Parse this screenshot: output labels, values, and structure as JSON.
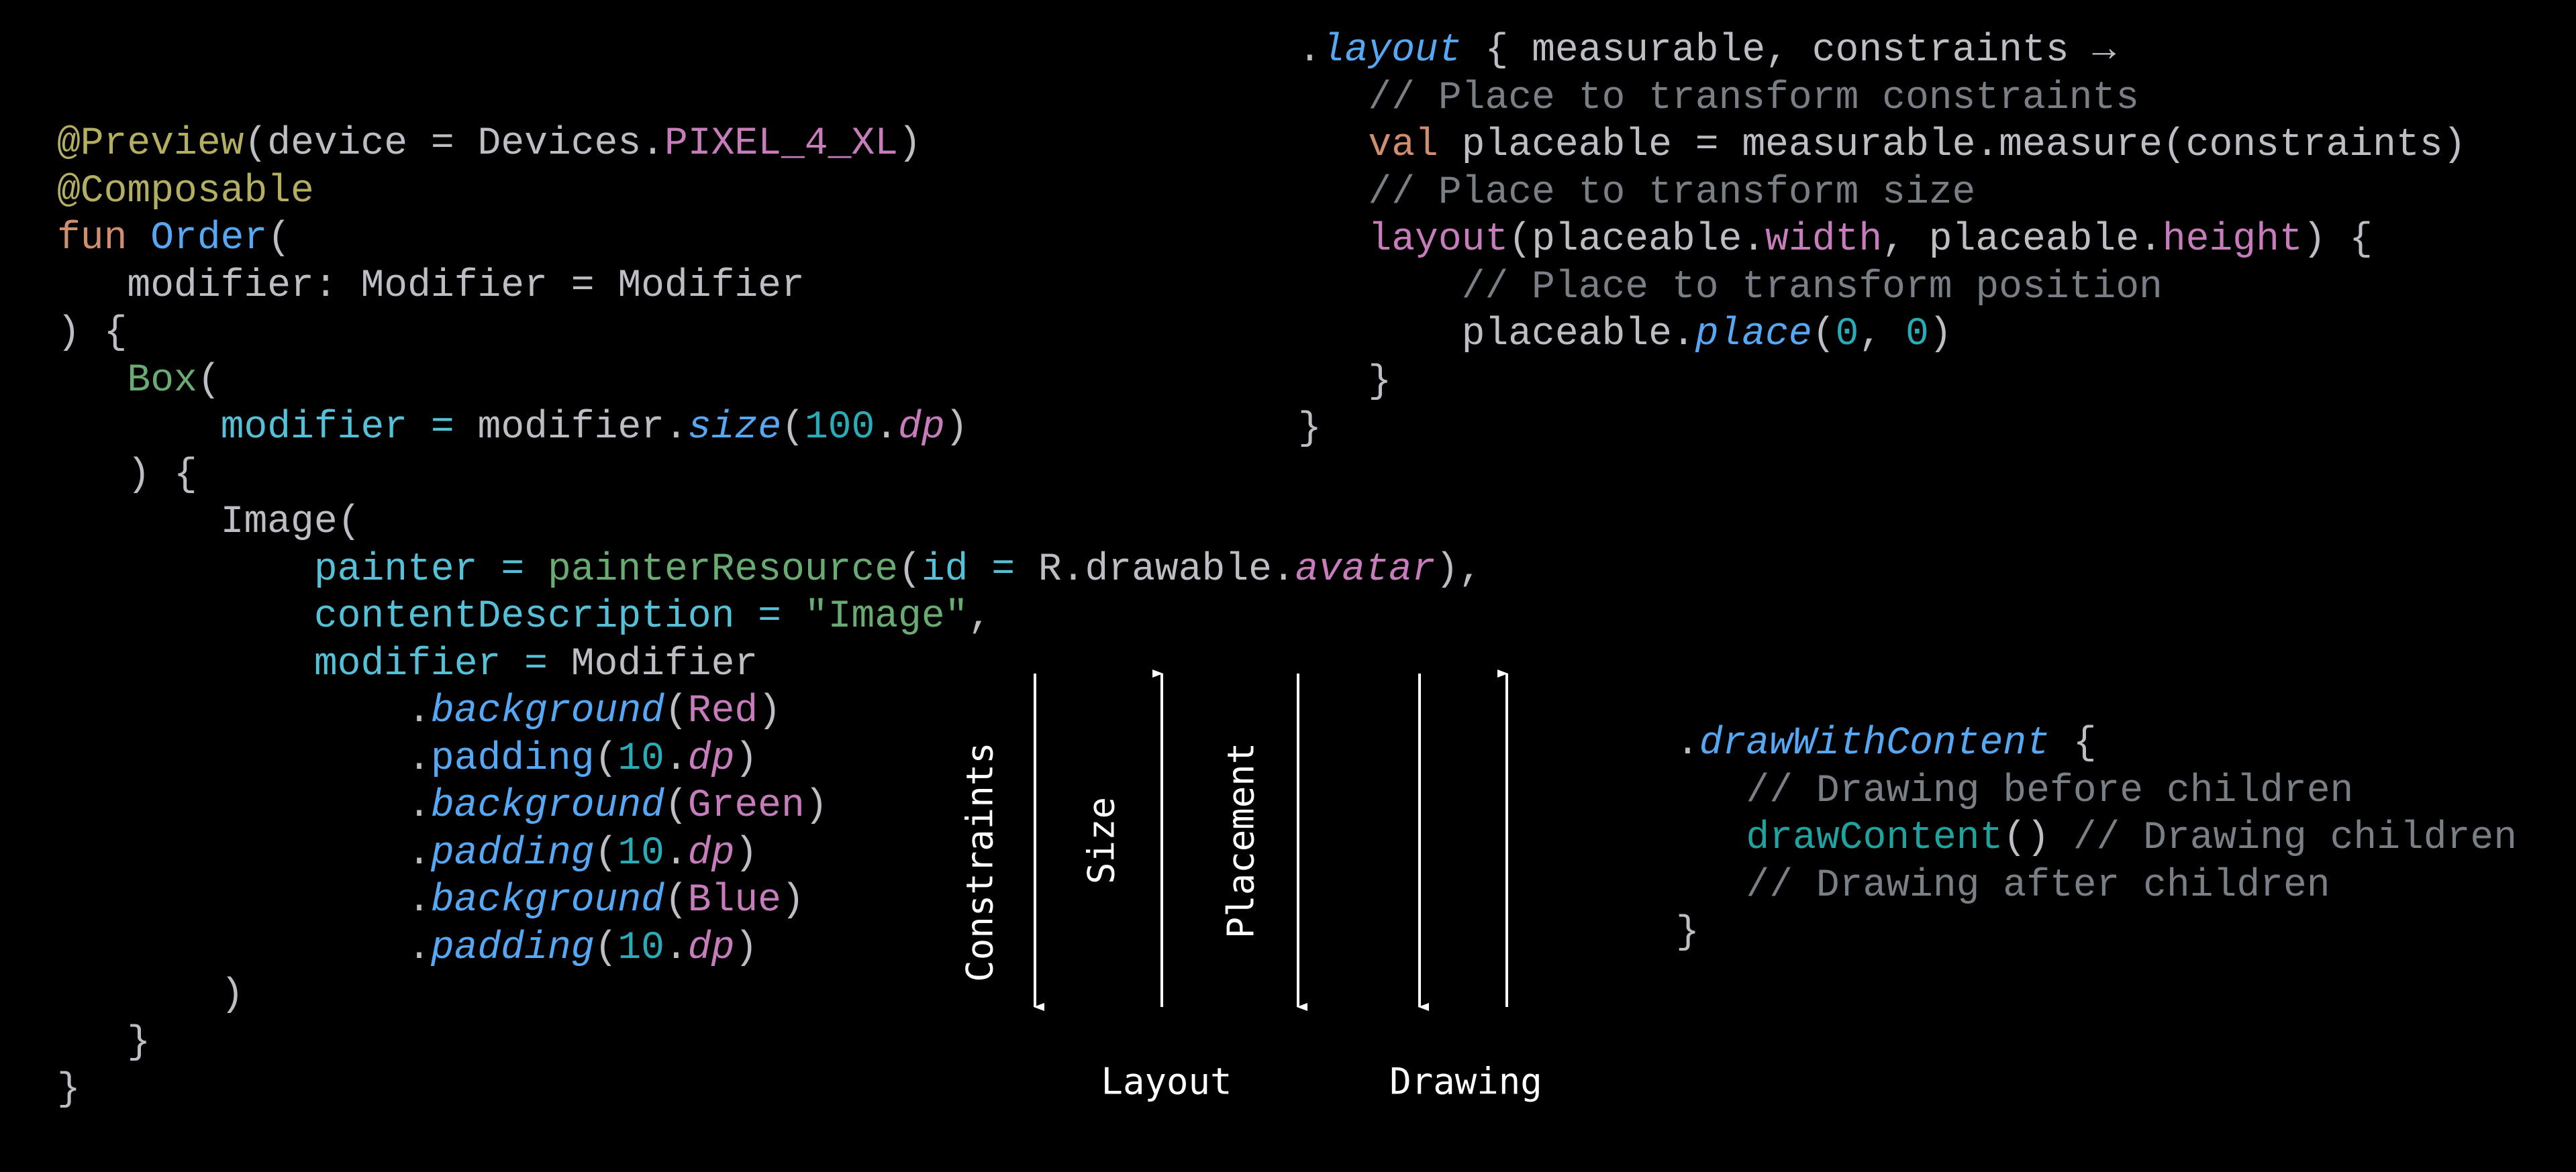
{
  "code_blocks": [
    {
      "name": "order-composable-code",
      "lines": [
        [
          {
            "t": "@Preview",
            "c": "an"
          },
          {
            "t": "(device = Devices.",
            "c": "d"
          },
          {
            "t": "PIXEL_4_XL",
            "c": "pk"
          },
          {
            "t": ")",
            "c": "d"
          }
        ],
        [
          {
            "t": "@Composable",
            "c": "an"
          }
        ],
        [
          {
            "t": "fun ",
            "c": "kw"
          },
          {
            "t": "Order",
            "c": "fn"
          },
          {
            "t": "(",
            "c": "d"
          }
        ],
        [
          {
            "t": "   modifier: Modifier = Modifier",
            "c": "d"
          }
        ],
        [
          {
            "t": ") {",
            "c": "d"
          }
        ],
        [
          {
            "t": "   ",
            "c": "d"
          },
          {
            "t": "Box",
            "c": "gr"
          },
          {
            "t": "(",
            "c": "d"
          }
        ],
        [
          {
            "t": "       ",
            "c": "d"
          },
          {
            "t": "modifier = ",
            "c": "pa"
          },
          {
            "t": "modifier.",
            "c": "d"
          },
          {
            "t": "size",
            "c": "fni"
          },
          {
            "t": "(",
            "c": "d"
          },
          {
            "t": "100",
            "c": "num"
          },
          {
            "t": ".",
            "c": "d"
          },
          {
            "t": "dp",
            "c": "pki"
          },
          {
            "t": ")",
            "c": "d"
          }
        ],
        [
          {
            "t": "   ) {",
            "c": "d"
          }
        ],
        [
          {
            "t": "       Image(",
            "c": "d"
          }
        ],
        [
          {
            "t": "           ",
            "c": "d"
          },
          {
            "t": "painter = ",
            "c": "pa"
          },
          {
            "t": "painterResource",
            "c": "gr"
          },
          {
            "t": "(",
            "c": "d"
          },
          {
            "t": "id = ",
            "c": "pa"
          },
          {
            "t": "R.drawable.",
            "c": "d"
          },
          {
            "t": "avatar",
            "c": "pki"
          },
          {
            "t": "),",
            "c": "d"
          }
        ],
        [
          {
            "t": "           ",
            "c": "d"
          },
          {
            "t": "contentDescription = ",
            "c": "pa"
          },
          {
            "t": "\"Image\"",
            "c": "gr"
          },
          {
            "t": ",",
            "c": "d"
          }
        ],
        [
          {
            "t": "           ",
            "c": "d"
          },
          {
            "t": "modifier = ",
            "c": "pa"
          },
          {
            "t": "Modifier",
            "c": "d"
          }
        ],
        [
          {
            "t": "               .",
            "c": "d"
          },
          {
            "t": "background",
            "c": "fni"
          },
          {
            "t": "(",
            "c": "d"
          },
          {
            "t": "Red",
            "c": "pk"
          },
          {
            "t": ")",
            "c": "d"
          }
        ],
        [
          {
            "t": "               .",
            "c": "d"
          },
          {
            "t": "padding",
            "c": "fn"
          },
          {
            "t": "(",
            "c": "d"
          },
          {
            "t": "10",
            "c": "num"
          },
          {
            "t": ".",
            "c": "d"
          },
          {
            "t": "dp",
            "c": "pki"
          },
          {
            "t": ")",
            "c": "d"
          }
        ],
        [
          {
            "t": "               .",
            "c": "d"
          },
          {
            "t": "background",
            "c": "fni"
          },
          {
            "t": "(",
            "c": "d"
          },
          {
            "t": "Green",
            "c": "pk"
          },
          {
            "t": ")",
            "c": "d"
          }
        ],
        [
          {
            "t": "               .",
            "c": "d"
          },
          {
            "t": "padding",
            "c": "fni"
          },
          {
            "t": "(",
            "c": "d"
          },
          {
            "t": "10",
            "c": "num"
          },
          {
            "t": ".",
            "c": "d"
          },
          {
            "t": "dp",
            "c": "pki"
          },
          {
            "t": ")",
            "c": "d"
          }
        ],
        [
          {
            "t": "               .",
            "c": "d"
          },
          {
            "t": "background",
            "c": "fni"
          },
          {
            "t": "(",
            "c": "d"
          },
          {
            "t": "Blue",
            "c": "pk"
          },
          {
            "t": ")",
            "c": "d"
          }
        ],
        [
          {
            "t": "               .",
            "c": "d"
          },
          {
            "t": "padding",
            "c": "fni"
          },
          {
            "t": "(",
            "c": "d"
          },
          {
            "t": "10",
            "c": "num"
          },
          {
            "t": ".",
            "c": "d"
          },
          {
            "t": "dp",
            "c": "pki"
          },
          {
            "t": ")",
            "c": "d"
          }
        ],
        [
          {
            "t": "       )",
            "c": "d"
          }
        ],
        [
          {
            "t": "   }",
            "c": "d"
          }
        ],
        [
          {
            "t": "}",
            "c": "d"
          }
        ]
      ]
    },
    {
      "name": "layout-modifier-code",
      "lines": [
        [
          {
            "t": ".",
            "c": "d"
          },
          {
            "t": "layout",
            "c": "fni"
          },
          {
            "t": " { measurable, constraints →",
            "c": "d"
          }
        ],
        [
          {
            "t": "   // Place to transform constraints",
            "c": "cm"
          }
        ],
        [
          {
            "t": "   ",
            "c": "d"
          },
          {
            "t": "val ",
            "c": "kw"
          },
          {
            "t": "placeable = measurable.measure(constraints)",
            "c": "d"
          }
        ],
        [
          {
            "t": "   // Place to transform size",
            "c": "cm"
          }
        ],
        [
          {
            "t": "   ",
            "c": "d"
          },
          {
            "t": "layout",
            "c": "pk"
          },
          {
            "t": "(placeable.",
            "c": "d"
          },
          {
            "t": "width",
            "c": "pk"
          },
          {
            "t": ", placeable.",
            "c": "d"
          },
          {
            "t": "height",
            "c": "pk"
          },
          {
            "t": ") {",
            "c": "d"
          }
        ],
        [
          {
            "t": "       // Place to transform position",
            "c": "cm"
          }
        ],
        [
          {
            "t": "       placeable.",
            "c": "d"
          },
          {
            "t": "place",
            "c": "fni"
          },
          {
            "t": "(",
            "c": "d"
          },
          {
            "t": "0",
            "c": "num"
          },
          {
            "t": ", ",
            "c": "d"
          },
          {
            "t": "0",
            "c": "num"
          },
          {
            "t": ")",
            "c": "d"
          }
        ],
        [
          {
            "t": "   }",
            "c": "d"
          }
        ],
        [
          {
            "t": "}",
            "c": "d"
          }
        ]
      ]
    },
    {
      "name": "draw-with-content-code",
      "lines": [
        [
          {
            "t": ".",
            "c": "d"
          },
          {
            "t": "drawWithContent",
            "c": "fni"
          },
          {
            "t": " {",
            "c": "d"
          }
        ],
        [
          {
            "t": "   // Drawing before children",
            "c": "cm"
          }
        ],
        [
          {
            "t": "   ",
            "c": "d"
          },
          {
            "t": "drawContent",
            "c": "tl"
          },
          {
            "t": "() ",
            "c": "d"
          },
          {
            "t": "// Drawing children",
            "c": "cm"
          }
        ],
        [
          {
            "t": "   // Drawing after children",
            "c": "cm"
          }
        ],
        [
          {
            "t": "}",
            "c": "d"
          }
        ]
      ]
    }
  ],
  "diagram": {
    "arrow_labels": [
      "Constraints",
      "Size",
      "Placement"
    ],
    "arrows": [
      {
        "direction": "down",
        "phase": "Layout"
      },
      {
        "direction": "up",
        "phase": "Layout"
      },
      {
        "direction": "down",
        "phase": "Layout"
      },
      {
        "direction": "down",
        "phase": "Drawing"
      },
      {
        "direction": "up",
        "phase": "Drawing"
      }
    ],
    "phase_labels": [
      "Layout",
      "Drawing"
    ],
    "color": "#ffffff"
  }
}
